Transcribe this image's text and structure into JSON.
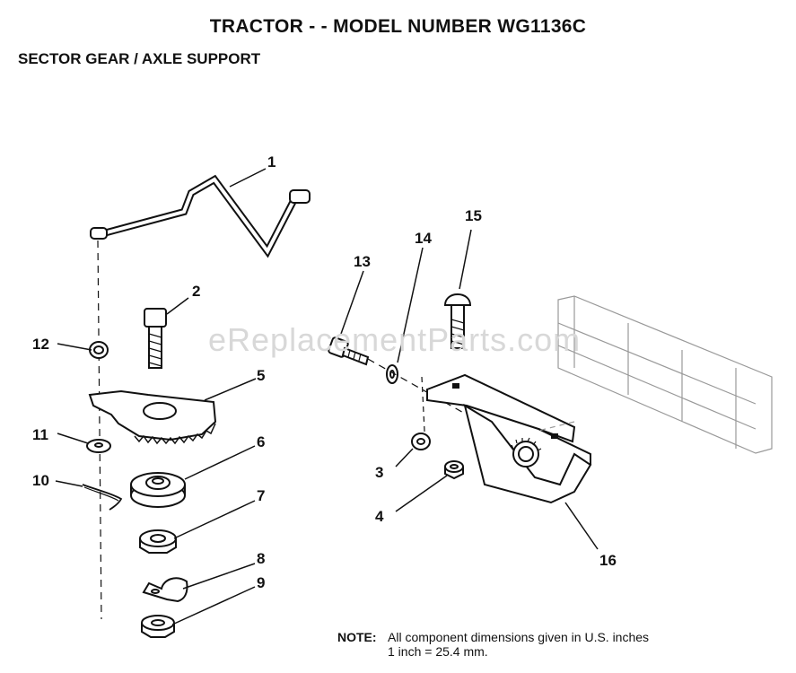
{
  "header": {
    "title": "TRACTOR - - MODEL NUMBER  WG1136C",
    "subtitle": "SECTOR GEAR / AXLE SUPPORT"
  },
  "watermark": "eReplacementParts.com",
  "callouts": [
    "1",
    "2",
    "3",
    "4",
    "5",
    "6",
    "7",
    "8",
    "9",
    "10",
    "11",
    "12",
    "13",
    "14",
    "15",
    "16"
  ],
  "note": {
    "label": "NOTE:",
    "line1": "All component dimensions given in U.S. inches",
    "line2": "1 inch = 25.4 mm."
  }
}
